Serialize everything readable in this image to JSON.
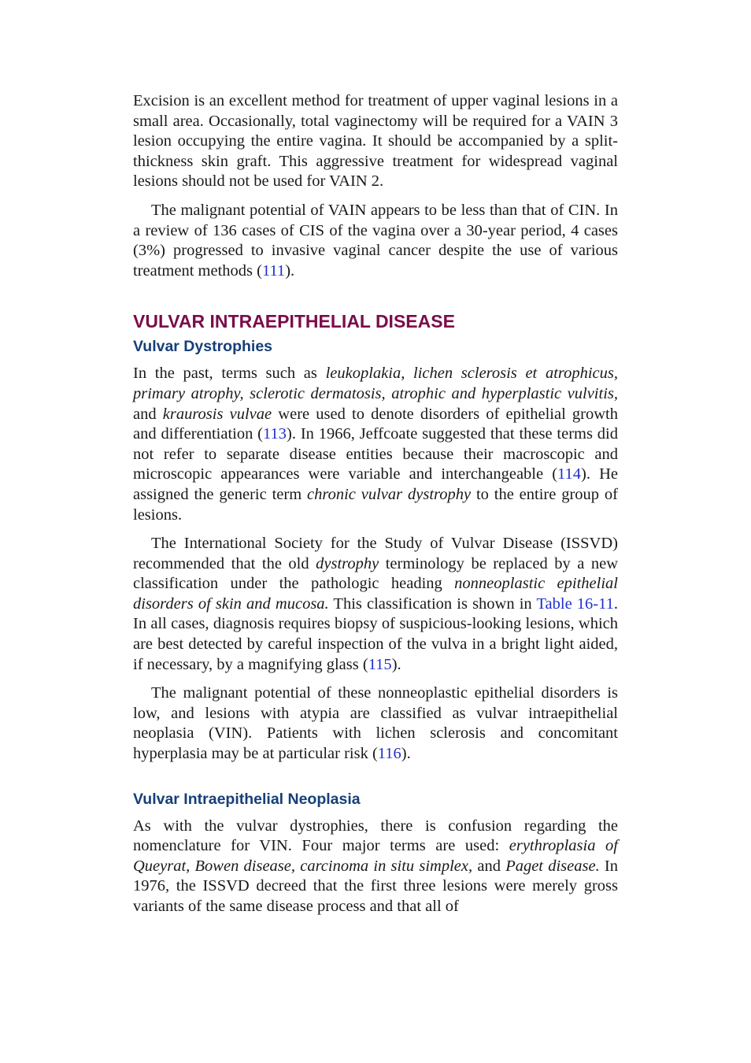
{
  "p1": {
    "text": "Excision is an excellent method for treatment of upper vaginal lesions in a small area. Occasionally, total vaginectomy will be required for a VAIN 3 lesion occupying the entire vagina. It should be accompanied by a split-thickness skin graft. This aggressive treatment for widespread vaginal lesions should not be used for VAIN 2."
  },
  "p2": {
    "a": "The malignant potential of VAIN appears to be less than that of CIN. In a review of 136 cases of CIS of the vagina over a 30-year period, 4 cases (3%) progressed to invasive vaginal cancer despite the use of various treatment methods (",
    "ref": "111",
    "b": ")."
  },
  "section_heading": "VULVAR INTRAEPITHELIAL DISEASE",
  "sub1_heading": "Vulvar Dystrophies",
  "p3": {
    "a": "In the past, terms such as ",
    "i1": "leukoplakia, lichen sclerosis et atrophicus, primary atrophy, sclerotic dermatosis, atrophic and hyperplastic vulvitis,",
    "b": " and ",
    "i2": "kraurosis vulvae",
    "c": " were used to denote disorders of epithelial growth and differentiation (",
    "ref1": "113",
    "d": "). In 1966, Jeffcoate suggested that these terms did not refer to separate disease entities because their macroscopic and microscopic appearances were variable and interchangeable (",
    "ref2": "114",
    "e": "). He assigned the generic term ",
    "i3": "chronic vulvar dystrophy",
    "f": " to the entire group of lesions."
  },
  "p4": {
    "a": "The International Society for the Study of Vulvar Disease (ISSVD) recommended that the old ",
    "i1": "dystrophy",
    "b": " terminology be replaced by a new classification under the pathologic heading ",
    "i2": "nonneoplastic epithelial disorders of skin and mucosa.",
    "c": " This classification is shown in ",
    "ref1": "Table 16-11",
    "d": ". In all cases, diagnosis requires biopsy of suspicious-looking lesions, which are best detected by careful inspection of the vulva in a bright light aided, if necessary, by a magnifying glass (",
    "ref2": "115",
    "e": ")."
  },
  "p5": {
    "a": "The malignant potential of these nonneoplastic epithelial disorders is low, and lesions with atypia are classified as vulvar intraepithelial neoplasia (VIN). Patients with lichen sclerosis and concomitant hyperplasia may be at particular risk (",
    "ref": "116",
    "b": ")."
  },
  "sub2_heading": "Vulvar Intraepithelial Neoplasia",
  "p6": {
    "a": "As with the vulvar dystrophies, there is confusion regarding the nomenclature for VIN. Four major terms are used: ",
    "i1": "erythroplasia of Queyrat, Bowen disease, carcinoma in situ simplex,",
    "b": " and ",
    "i2": "Paget disease.",
    "c": " In 1976, the ISSVD decreed that the first three lesions were merely gross variants of the same disease process and that all of"
  },
  "colors": {
    "section_heading": "#7a0c4a",
    "sub_heading": "#163f78",
    "link": "#1f2fd0"
  }
}
